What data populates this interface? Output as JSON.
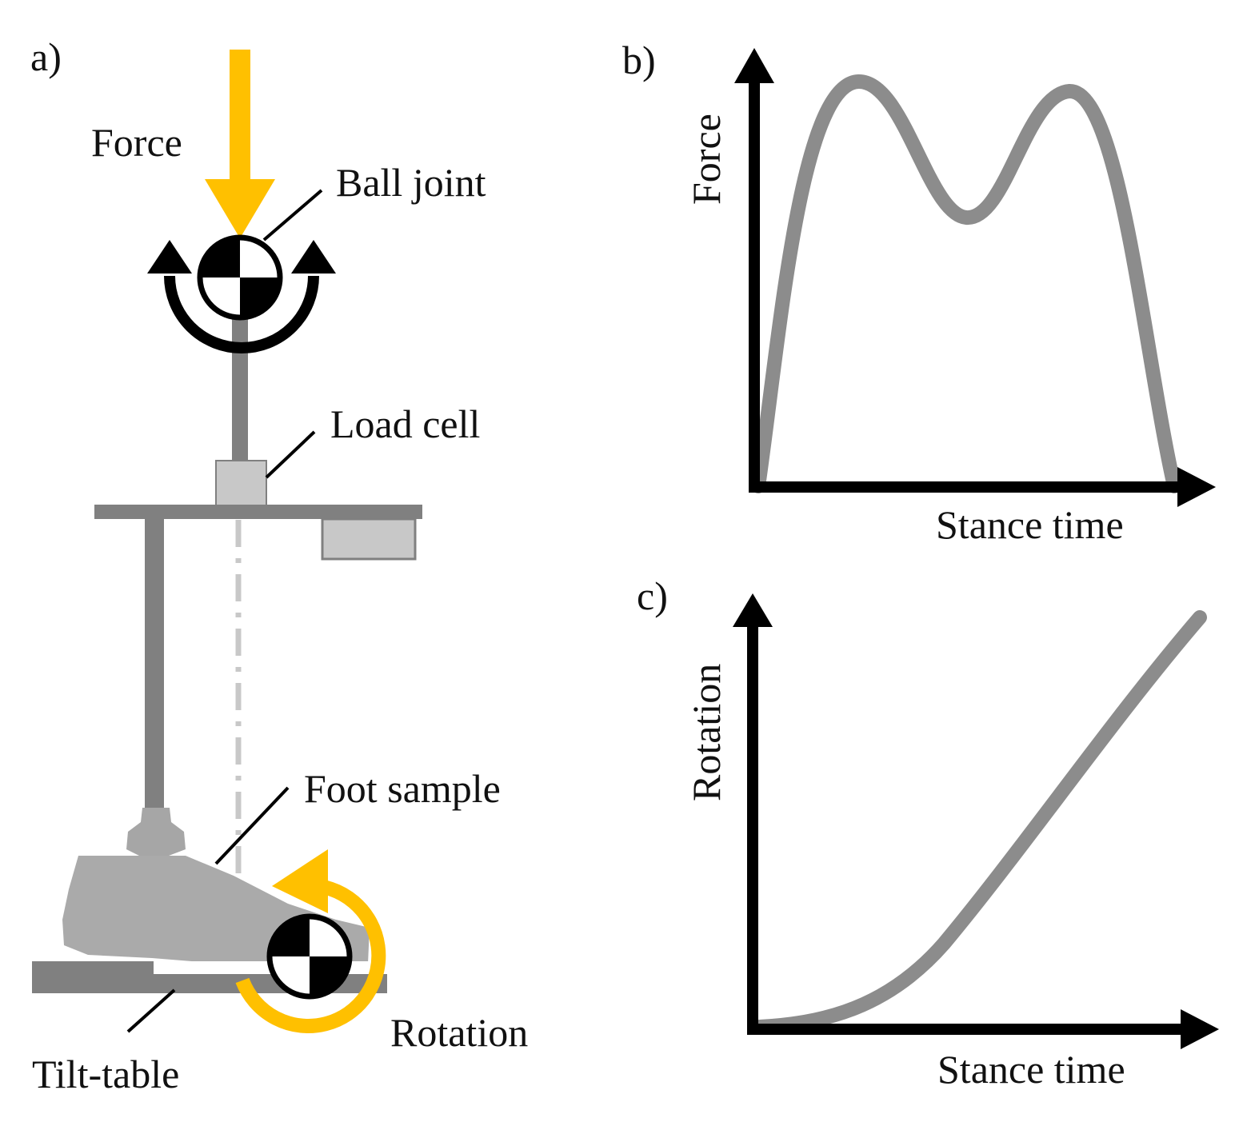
{
  "panels": {
    "a": {
      "label": "a)",
      "labels": {
        "force": "Force",
        "ball_joint": "Ball joint",
        "load_cell": "Load cell",
        "foot_sample": "Foot sample",
        "rotation": "Rotation",
        "tilt_table": "Tilt-table"
      }
    },
    "b": {
      "label": "b)",
      "ylabel": "Force",
      "xlabel": "Stance time"
    },
    "c": {
      "label": "c)",
      "ylabel": "Rotation",
      "xlabel": "Stance time"
    }
  },
  "colors": {
    "force_arrow": "#FFC000",
    "rotation_arrow": "#FFC000",
    "structure": "#808080",
    "light_part": "#C8C8C8",
    "curve": "#8C8C8C",
    "axis": "#000000"
  },
  "icons": [
    "force-arrow-icon",
    "rotation-arrow-icon",
    "center-of-mass-icon"
  ]
}
